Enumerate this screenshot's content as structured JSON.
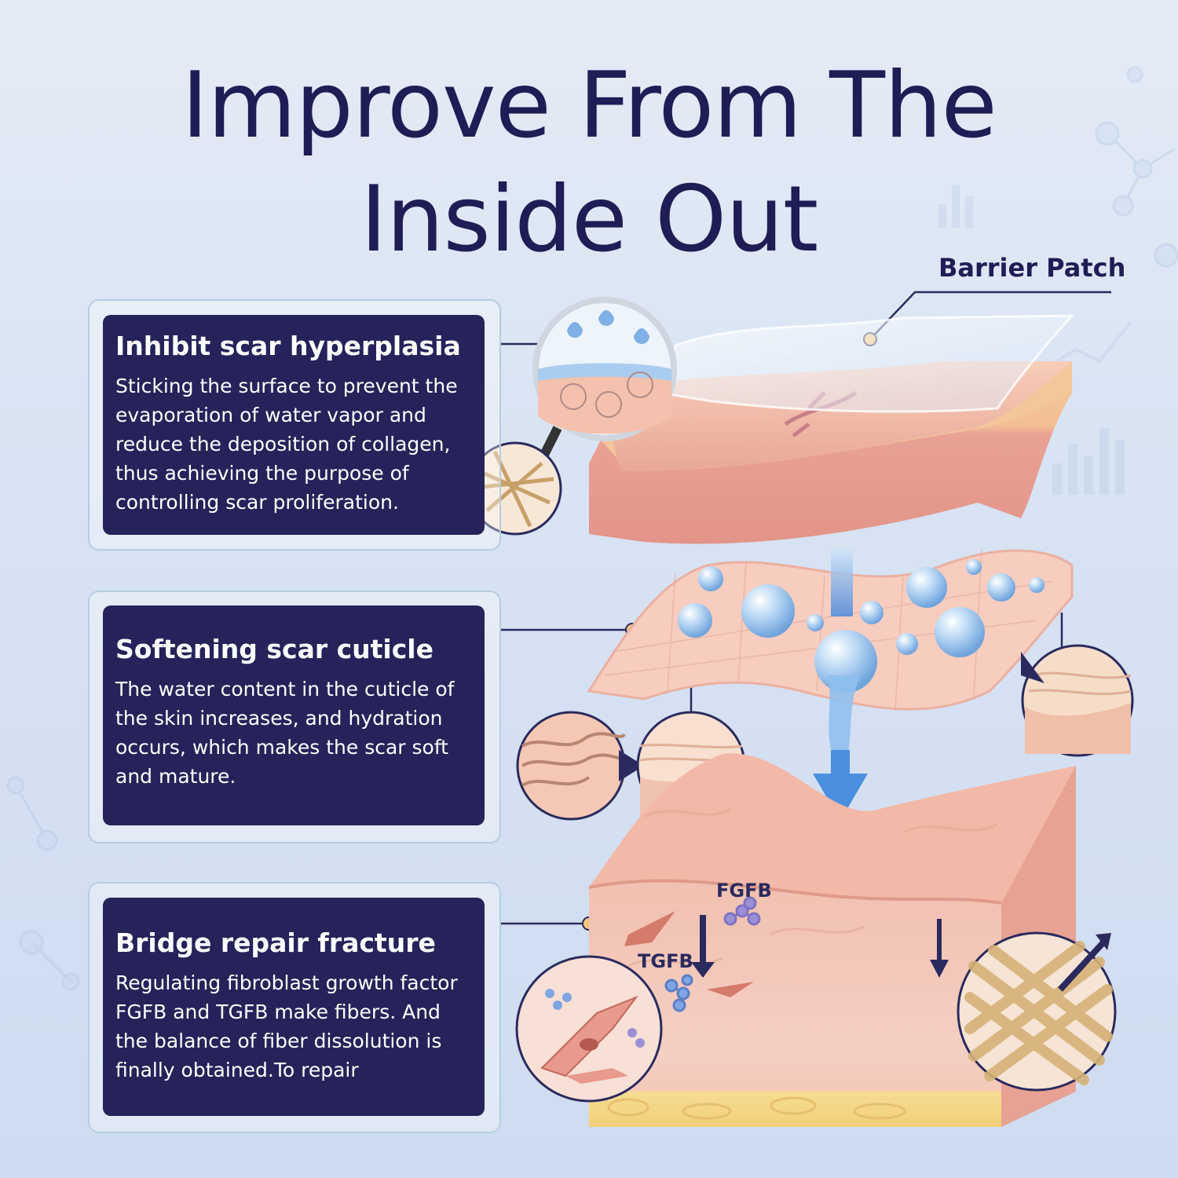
{
  "title": {
    "line1": "Improve From The",
    "line2": "Inside Out"
  },
  "labels": {
    "barrier_patch": "Barrier Patch",
    "fgfb": "FGFB",
    "tgfb": "TGFB"
  },
  "cards": [
    {
      "heading": "Inhibit scar hyperplasia",
      "body": "Sticking the surface to prevent the evaporation of water vapor and reduce the deposition of collagen, thus achieving the purpose of controlling scar proliferation."
    },
    {
      "heading": "Softening scar cuticle",
      "body": "The water content in the cuticle of the skin increases, and hydration occurs, which makes the scar soft and mature."
    },
    {
      "heading": "Bridge repair fracture",
      "body": "Regulating fibroblast growth factor FGFB and TGFB make fibers. And the balance of fiber dissolution is finally obtained.To repair"
    }
  ],
  "colors": {
    "title": "#1e1d55",
    "card_bg": "#26235a",
    "skin": "#f0b8a8",
    "water": "#7fb0e6",
    "arrow": "#4a8fe0"
  }
}
